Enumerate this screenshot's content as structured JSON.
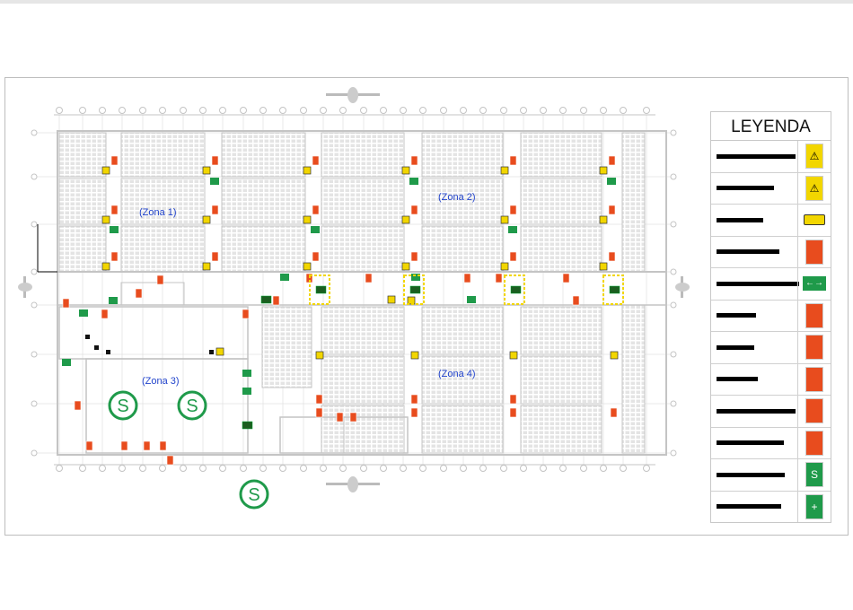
{
  "legend": {
    "title": "LEYENDA",
    "items": [
      {
        "icon": "warning-hazard-sign-icon",
        "color": "#f2d600"
      },
      {
        "icon": "electrical-hazard-sign-icon",
        "color": "#f2d600"
      },
      {
        "icon": "emergency-light-icon",
        "color": "#f2d600"
      },
      {
        "icon": "fire-alarm-sign-icon",
        "color": "#e84c1e"
      },
      {
        "icon": "exit-route-sign-icon",
        "color": "#1f9a4a"
      },
      {
        "icon": "fire-extinguisher-co2-sign-icon",
        "color": "#e84c1e"
      },
      {
        "icon": "fire-extinguisher-pqs-sign-icon",
        "color": "#e84c1e"
      },
      {
        "icon": "fire-hose-cabinet-sign-icon",
        "color": "#e84c1e"
      },
      {
        "icon": "emergency-shower-sign-icon",
        "color": "#e84c1e"
      },
      {
        "icon": "emergency-phone-sign-icon",
        "color": "#e84c1e"
      },
      {
        "icon": "safe-zone-sign-icon",
        "color": "#1f9a4a"
      },
      {
        "icon": "first-aid-sign-icon",
        "color": "#1f9a4a"
      }
    ]
  },
  "plan": {
    "zones": [
      "(Zona 1)",
      "(Zona 2)",
      "(Zona 3)",
      "(Zona 4)"
    ],
    "safe_zone_symbol": "S",
    "colors": {
      "lines": "#c4c4c4",
      "safety_red": "#e84c1e",
      "safety_green": "#1f9a4a",
      "warning_yellow": "#f2d600",
      "zone_label": "#2244cc"
    }
  }
}
